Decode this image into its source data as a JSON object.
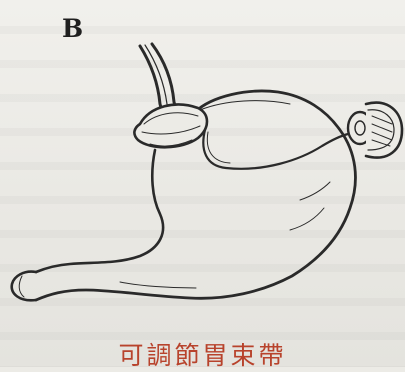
{
  "figure": {
    "panel_label": "B",
    "caption": "可調節胃束帶"
  },
  "colors": {
    "background": "#ecebe6",
    "ink": "#2a2a2a",
    "caption": "#b8432c"
  },
  "icons": {
    "illustration": "stomach-with-adjustable-band-line-drawing",
    "port": "access-port-icon"
  }
}
